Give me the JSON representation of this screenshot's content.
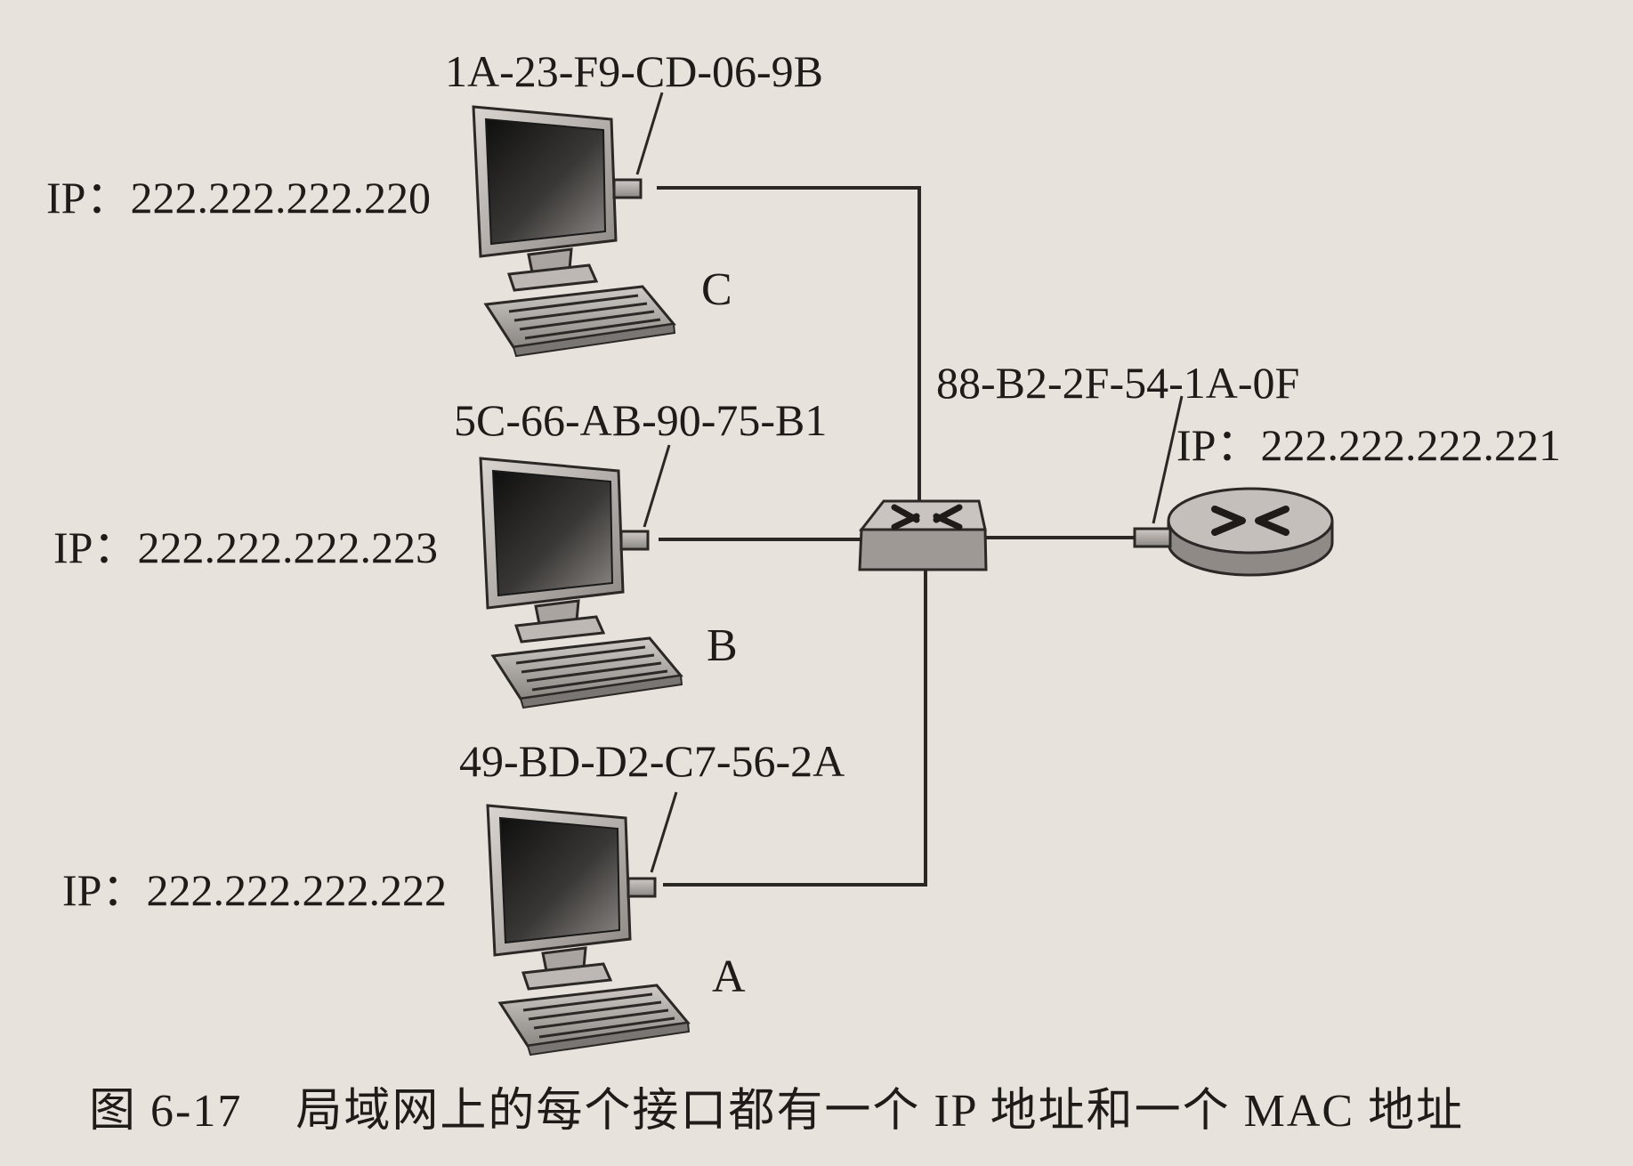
{
  "nodes": {
    "c": {
      "label": "C",
      "ip": "IP：222.222.222.220",
      "mac": "1A-23-F9-CD-06-9B"
    },
    "b": {
      "label": "B",
      "ip": "IP：222.222.222.223",
      "mac": "5C-66-AB-90-75-B1"
    },
    "a": {
      "label": "A",
      "ip": "IP：222.222.222.222",
      "mac": "49-BD-D2-C7-56-2A"
    },
    "router": {
      "ip": "IP：222.222.222.221",
      "mac": "88-B2-2F-54-1A-0F"
    }
  },
  "caption": {
    "figure": "图 6-17",
    "text": "局域网上的每个接口都有一个 IP 地址和一个 MAC 地址"
  }
}
